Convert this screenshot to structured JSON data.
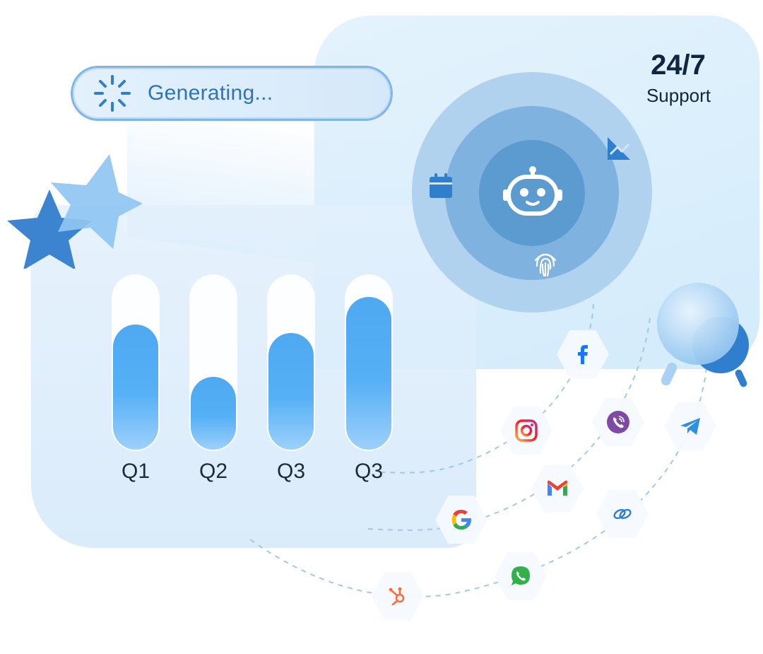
{
  "status": {
    "generating_label": "Generating..."
  },
  "support": {
    "number": "24/7",
    "label": "Support"
  },
  "colors": {
    "accent": "#4ea9f2",
    "dark_text": "#0f2540",
    "circle_inner": "#5c9bd0"
  },
  "chart_data": {
    "type": "bar",
    "categories": [
      "Q1",
      "Q2",
      "Q3",
      "Q3"
    ],
    "values": [
      0.72,
      0.42,
      0.67,
      0.88
    ]
  },
  "icons": {
    "center": "robot-icon",
    "orbit": [
      "calendar-icon",
      "chart-trend-icon",
      "fingerprint-icon"
    ],
    "channels": [
      "facebook-icon",
      "instagram-icon",
      "viber-icon",
      "telegram-icon",
      "gmail-icon",
      "google-icon",
      "link-icon",
      "whatsapp-icon",
      "hubspot-icon"
    ],
    "decor": [
      "star-icon",
      "magnifier-icon",
      "spinner-icon"
    ]
  }
}
